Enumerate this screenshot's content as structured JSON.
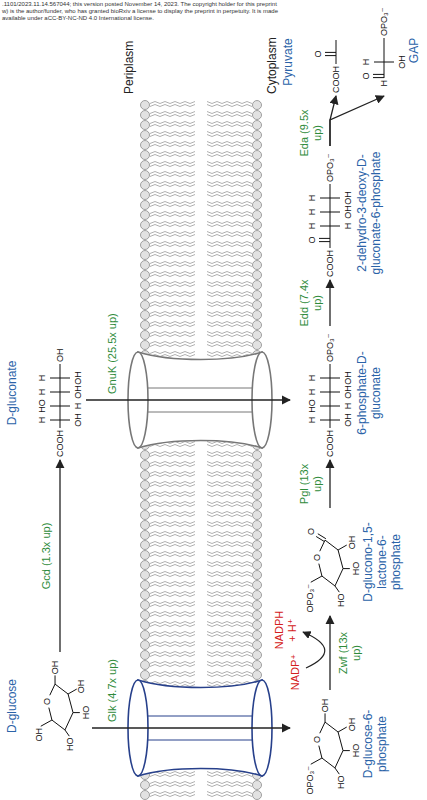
{
  "diagram": {
    "nodes": [
      {
        "text": [
          "D-glucose",
          "O",
          "OH",
          "HO",
          "HO",
          "OH",
          "OH"
        ]
      },
      {
        "text": [
          "D-gluconate",
          "COOH",
          "H",
          "HO",
          "H",
          "H",
          "OH",
          "H",
          "OH",
          "OH",
          "OH"
        ]
      },
      {
        "text": [
          "D-glucose-6-phosphate",
          "O",
          "OPO₃⁻",
          "HO",
          "HO",
          "OH",
          "OH"
        ]
      },
      {
        "text": [
          "D-glucono-1,5-lactone-6-phosphate",
          "O",
          "OPO₃⁻",
          "HO",
          "HO",
          "OH",
          "O"
        ]
      },
      {
        "text": [
          "6-phosphate-D-gluconate",
          "COOH",
          "H",
          "HO",
          "H",
          "H",
          "OH",
          "H",
          "OH",
          "OH",
          "OPO₃⁻"
        ]
      },
      {
        "text": [
          "2-dehydro-3-deoxy-D-gluconate-6-phosphate",
          "COOH",
          "O",
          "H",
          "H",
          "H",
          "H",
          "OH",
          "OH",
          "OPO₃⁻"
        ]
      },
      {
        "text": [
          "Pyruvate",
          "COOH",
          "O"
        ]
      },
      {
        "text": [
          "GAP",
          "O",
          "H",
          "H",
          "OH",
          "OPO₃⁻"
        ]
      }
    ],
    "edges": [
      {
        "from": 0,
        "to": 1,
        "label": "Gcd (1.3x up)",
        "arrow": "to"
      },
      {
        "from": 0,
        "to": 2,
        "label": "Glk (4.7x up)",
        "arrow": "to"
      },
      {
        "from": 1,
        "to": 4,
        "label": "GnuK (25.5x up)",
        "arrow": "to"
      },
      {
        "from": 2,
        "to": 3,
        "label": "Zwf (13x up)",
        "arrow": "to"
      },
      {
        "from": 3,
        "to": 4,
        "label": "Pgl (13x up)",
        "arrow": "to"
      },
      {
        "from": 4,
        "to": 5,
        "label": "Edd (7.4x up)",
        "arrow": "to"
      },
      {
        "from": 5,
        "to": 6,
        "label": "Eda (9.5x up)",
        "arrow": "to"
      },
      {
        "from": 5,
        "to": 7,
        "arrow": "to"
      }
    ],
    "labels": [
      ".1101/2023.11.14.567044; this version posted November 14, 2023. The copyright holder for this preprint",
      "w) is the author/funder, who has granted bioRxiv a license to display the preprint in perpetuity. It is made",
      "available under aCC-BY-NC-ND 4.0 International license.",
      "Periplasm",
      "Cytoplasm",
      "NADP⁺",
      "NADPH + H⁺"
    ]
  }
}
